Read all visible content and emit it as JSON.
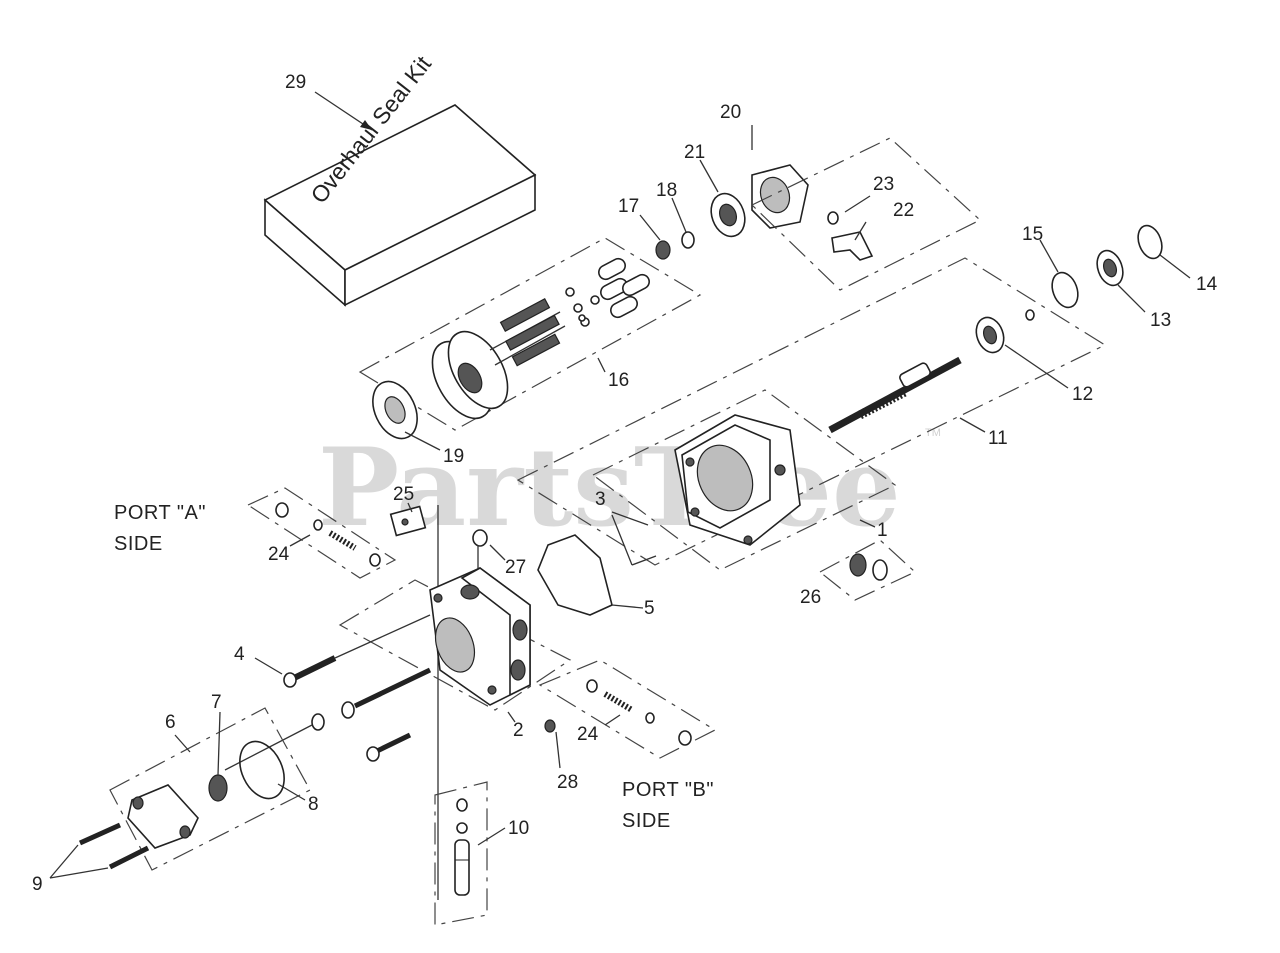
{
  "watermark": {
    "text": "PartsTree",
    "trademark": "TM"
  },
  "kit_box": {
    "text": "Overhaul Seal Kit"
  },
  "port_labels": {
    "port_a_line1": "PORT \"A\"",
    "port_a_line2": "SIDE",
    "port_b_line1": "PORT \"B\"",
    "port_b_line2": "SIDE"
  },
  "callouts": {
    "c1": "1",
    "c2": "2",
    "c3": "3",
    "c4": "4",
    "c5": "5",
    "c6": "6",
    "c7": "7",
    "c8": "8",
    "c9": "9",
    "c10": "10",
    "c11": "11",
    "c12": "12",
    "c13": "13",
    "c14": "14",
    "c15": "15",
    "c16": "16",
    "c17": "17",
    "c18": "18",
    "c19": "19",
    "c20": "20",
    "c21": "21",
    "c22": "22",
    "c23": "23",
    "c24a": "24",
    "c24b": "24",
    "c25": "25",
    "c26": "26",
    "c27": "27",
    "c28": "28",
    "c29": "29"
  },
  "colors": {
    "line": "#333333",
    "watermark": "#d9d9d9",
    "background": "#ffffff"
  }
}
